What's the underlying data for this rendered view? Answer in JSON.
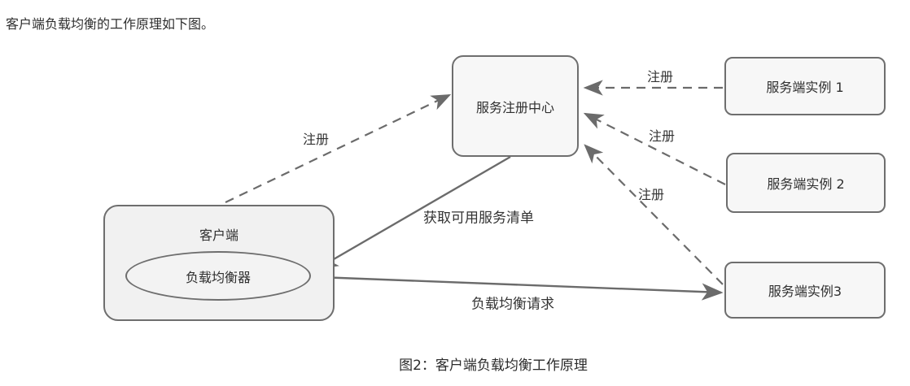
{
  "intro": "客户端负载均衡的工作原理如下图。",
  "caption": "图2：客户端负载均衡工作原理",
  "nodes": {
    "registry": {
      "label": "服务注册中心"
    },
    "client": {
      "label": "客户端"
    },
    "load_balancer": {
      "label": "负载均衡器"
    },
    "server_instance_1": {
      "label": "服务端实例 1"
    },
    "server_instance_2": {
      "label": "服务端实例 2"
    },
    "server_instance_3": {
      "label": "服务端实例3"
    }
  },
  "edges": [
    {
      "from": "client",
      "to": "registry",
      "label": "注册",
      "style": "dashed"
    },
    {
      "from": "server_instance_1",
      "to": "registry",
      "label": "注册",
      "style": "dashed"
    },
    {
      "from": "server_instance_2",
      "to": "registry",
      "label": "注册",
      "style": "dashed"
    },
    {
      "from": "server_instance_3",
      "to": "registry",
      "label": "注册",
      "style": "dashed"
    },
    {
      "from": "registry",
      "to": "load_balancer",
      "label": "获取可用服务清单",
      "style": "solid"
    },
    {
      "from": "load_balancer",
      "to": "server_instance_3",
      "label": "负载均衡请求",
      "style": "solid"
    }
  ],
  "colors": {
    "node_fill": "#f7f7f7",
    "client_fill": "#f1f1f1",
    "border": "#6e6e6e",
    "line": "#6b6b6b",
    "text": "#2f2f2f"
  }
}
